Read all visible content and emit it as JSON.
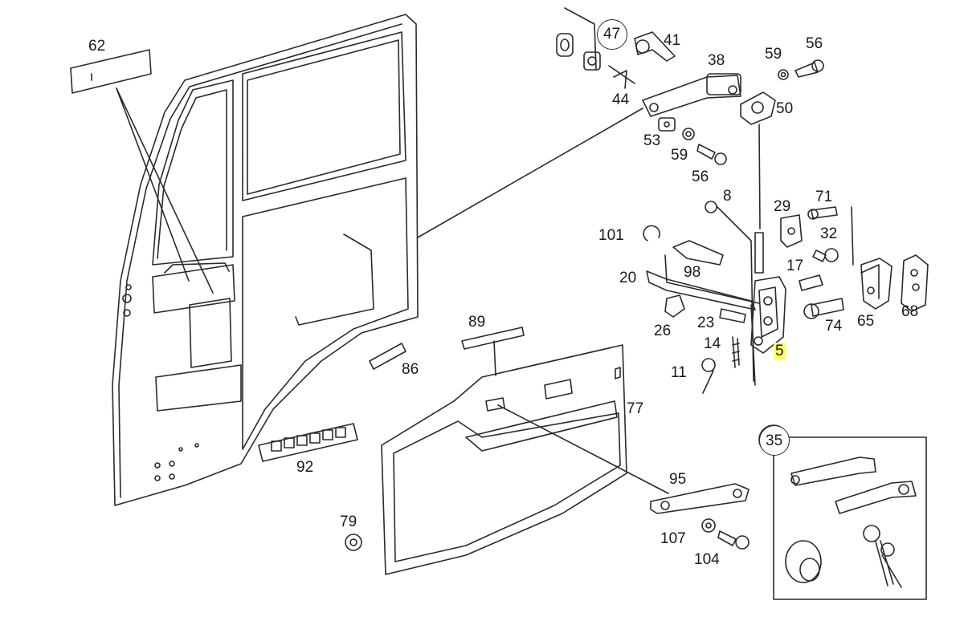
{
  "diagram": {
    "highlight_color": "#ffff66",
    "line_color": "#2a2a2a",
    "part_labels": {
      "p62": "62",
      "p47": "47",
      "p41": "41",
      "p44": "44",
      "p38": "38",
      "p59a": "59",
      "p56a": "56",
      "p50": "50",
      "p53": "53",
      "p59b": "59",
      "p56b": "56",
      "p8": "8",
      "p29": "29",
      "p71": "71",
      "p101": "101",
      "p32": "32",
      "p98": "98",
      "p17": "17",
      "p20": "20",
      "p68": "68",
      "p26": "26",
      "p23": "23",
      "p74": "74",
      "p65": "65",
      "p89": "89",
      "p14": "14",
      "p5": "5",
      "p86": "86",
      "p11": "11",
      "p77": "77",
      "p35": "35",
      "p92": "92",
      "p95": "95",
      "p79": "79",
      "p107": "107",
      "p104": "104"
    }
  }
}
